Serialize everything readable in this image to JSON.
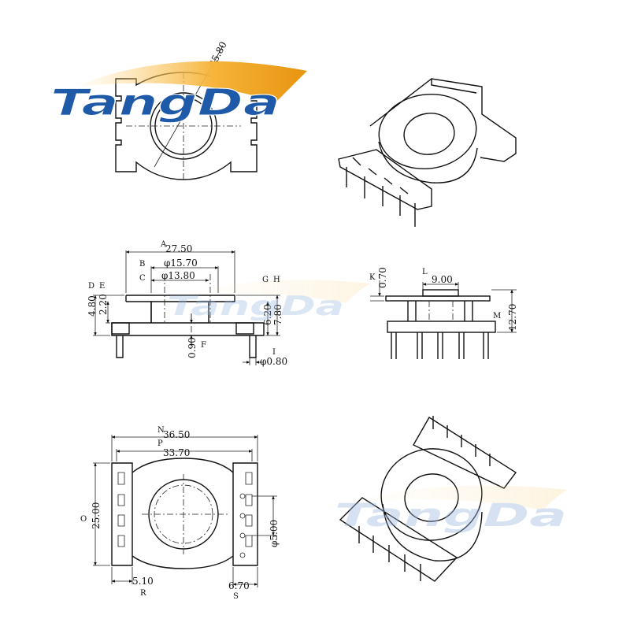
{
  "brand": {
    "name": "TangDa",
    "primary_color": "#1f5aa8",
    "accent_color": "#f2a81d"
  },
  "top_view": {
    "diameter_label": "25.80"
  },
  "side_view": {
    "letters": {
      "A": "A",
      "B": "B",
      "C": "C",
      "D": "D",
      "E": "E",
      "F": "F",
      "G": "G",
      "H": "H",
      "I": "I"
    },
    "dims": {
      "A": "27.50",
      "B": "φ15.70",
      "C": "φ13.80",
      "D": "4.80",
      "E": "2.20",
      "F": "0.90",
      "G": "6.20",
      "H": "7.80",
      "I": "φ0.80"
    }
  },
  "end_view": {
    "letters": {
      "K": "K",
      "L": "L",
      "M": "M"
    },
    "dims": {
      "K": "0.70",
      "L": "9.00",
      "M": "12.70"
    }
  },
  "bottom_view": {
    "letters": {
      "N": "N",
      "P": "P",
      "O": "O",
      "R": "R",
      "S": "S"
    },
    "dims": {
      "N": "36.50",
      "P": "33.70",
      "O": "25.00",
      "R": "5.10",
      "S": "6.70",
      "hole": "φ5.00"
    }
  }
}
